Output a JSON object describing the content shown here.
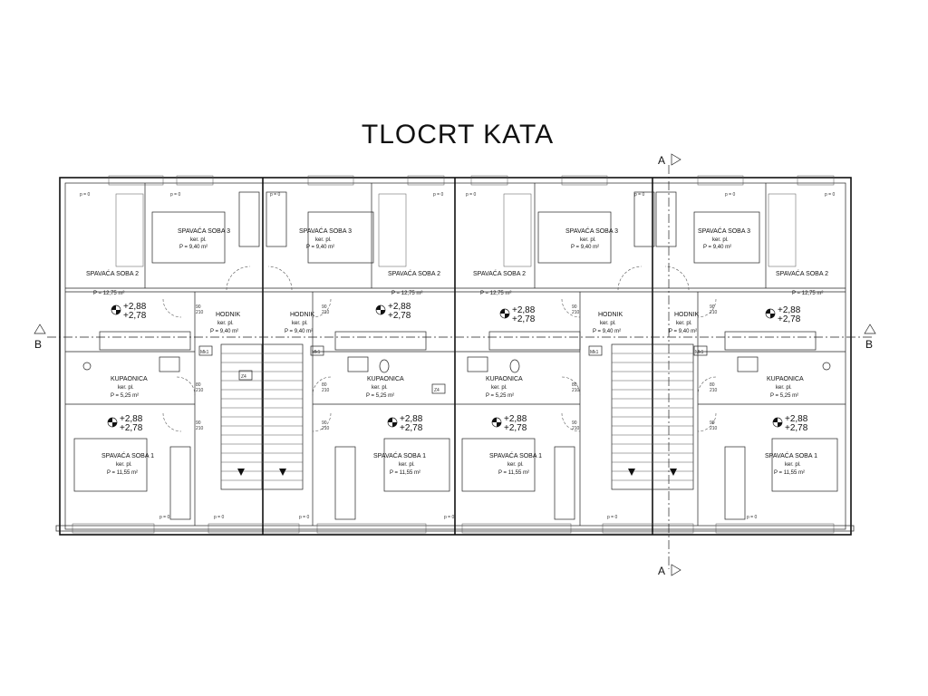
{
  "title": "TLOCRT KATA",
  "section_markers": {
    "a": "A",
    "b": "B"
  },
  "floor_label": "ker. pl.",
  "window_label": "p = 0",
  "door_dims": {
    "width": "90",
    "height": "210",
    "width_small": "80"
  },
  "stair_code": "Z4",
  "mk_code": "Mk1",
  "levels": {
    "upper": "+2,88",
    "lower": "+2,78"
  },
  "units": [
    {
      "spavaca_soba_3": {
        "name": "SPAVAĆA SOBA 3",
        "area": "P = 9,40 m²"
      },
      "spavaca_soba_2": {
        "name": "SPAVAĆA SOBA 2",
        "area": "P = 12,75 m²"
      },
      "hodnik": {
        "name": "HODNIK",
        "area": "P = 9,40 m²"
      },
      "kupaonica": {
        "name": "KUPAONICA",
        "area": "P = 5,25 m²"
      },
      "spavaca_soba_1": {
        "name": "SPAVAĆA SOBA 1",
        "area": "P = 11,55 m²"
      }
    },
    {
      "spavaca_soba_3": {
        "name": "SPAVAĆA SOBA 3",
        "area": "P = 9,40 m²"
      },
      "spavaca_soba_2": {
        "name": "SPAVAĆA SOBA 2",
        "area": "P = 12,75 m²"
      },
      "hodnik": {
        "name": "HODNIK",
        "area": "P = 9,40 m²"
      },
      "kupaonica": {
        "name": "KUPAONICA",
        "area": "P = 5,25 m²"
      },
      "spavaca_soba_1": {
        "name": "SPAVAĆA SOBA 1",
        "area": "P = 11,55 m²"
      }
    },
    {
      "spavaca_soba_3": {
        "name": "SPAVAĆA SOBA 3",
        "area": "P = 9,40 m²"
      },
      "spavaca_soba_2": {
        "name": "SPAVAĆA SOBA 2",
        "area": "P = 12,75 m²"
      },
      "hodnik": {
        "name": "HODNIK",
        "area": "P = 9,40 m²"
      },
      "kupaonica": {
        "name": "KUPAONICA",
        "area": "P = 5,25 m²"
      },
      "spavaca_soba_1": {
        "name": "SPAVAĆA SOBA 1",
        "area": "P = 11,55 m²"
      }
    },
    {
      "spavaca_soba_3": {
        "name": "SPAVAĆA SOBA 3",
        "area": "P = 9,40 m²"
      },
      "spavaca_soba_2": {
        "name": "SPAVAĆA SOBA 2",
        "area": "P = 12,75 m²"
      },
      "hodnik": {
        "name": "HODNIK",
        "area": "P = 9,40 m²"
      },
      "kupaonica": {
        "name": "KUPAONICA",
        "area": "P = 5,25 m²"
      },
      "spavaca_soba_1": {
        "name": "SPAVAĆA SOBA 1",
        "area": "P = 11,55 m²"
      }
    }
  ]
}
